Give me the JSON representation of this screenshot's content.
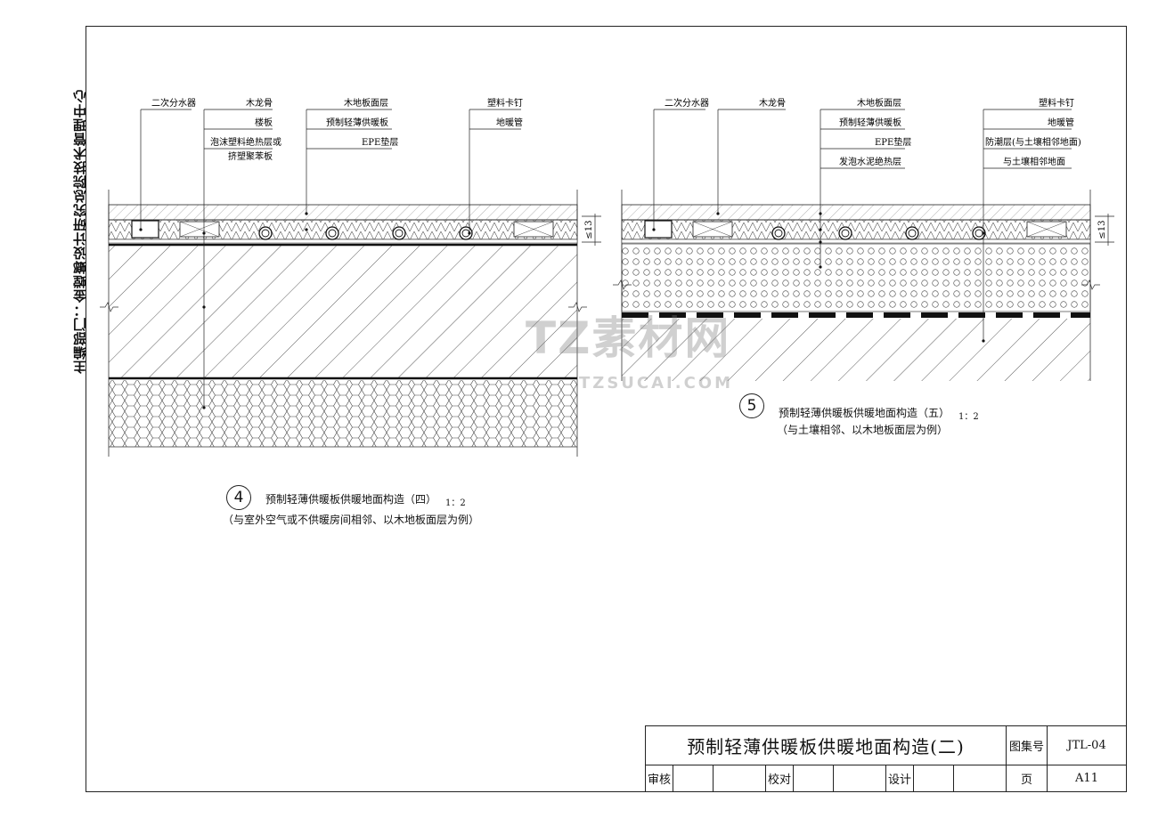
{
  "side_text": "主编部门：金螳螂设计研究总院技术管理中心",
  "detail4": {
    "labels_left": [
      "二次分水器"
    ],
    "labels_col2": [
      "木龙骨",
      "楼板",
      "泡沫塑料绝热层或",
      "挤塑聚苯板"
    ],
    "labels_col3": [
      "木地板面层",
      "预制轻薄供暖板",
      "EPE垫层"
    ],
    "labels_col4": [
      "塑料卡钉",
      "地暖管"
    ],
    "dim": "≤13",
    "number": "4",
    "title": "预制轻薄供暖板供暖地面构造（四）",
    "scale": "1：2",
    "subtitle": "（与室外空气或不供暖房间相邻、以木地板面层为例）"
  },
  "detail5": {
    "labels_left": [
      "二次分水器"
    ],
    "labels_col2": [
      "木龙骨"
    ],
    "labels_col3": [
      "木地板面层",
      "预制轻薄供暖板",
      "EPE垫层",
      "发泡水泥绝热层"
    ],
    "labels_col4": [
      "塑料卡钉",
      "地暖管",
      "防潮层(与土壤相邻地面)",
      "与土壤相邻地面"
    ],
    "dim": "≤13",
    "number": "5",
    "title": "预制轻薄供暖板供暖地面构造（五）",
    "scale": "1：2",
    "subtitle": "（与土壤相邻、以木地板面层为例）"
  },
  "title_block": {
    "main_title": "预制轻薄供暖板供暖地面构造(二)",
    "atlas_label": "图集号",
    "atlas_value": "JTL-04",
    "review_label": "审核",
    "check_label": "校对",
    "design_label": "设计",
    "page_label": "页",
    "page_value": "A11"
  },
  "watermark": {
    "main": "TZ素材网",
    "sub": "TZSUCAI.COM"
  }
}
